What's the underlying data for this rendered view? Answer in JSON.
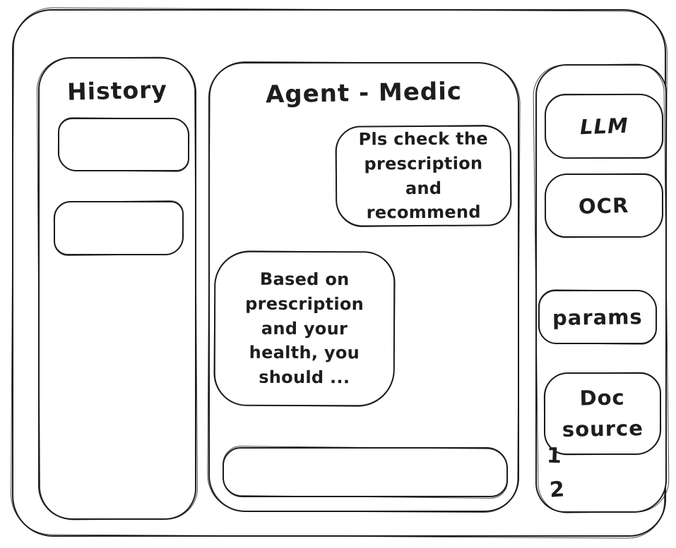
{
  "window": {
    "colors": {
      "stroke": "#1d1d1d",
      "background": "#ffffff"
    }
  },
  "history": {
    "title": "History",
    "items": [
      {
        "label": ""
      },
      {
        "label": ""
      }
    ]
  },
  "chat": {
    "title": "Agent - Medic",
    "messages": [
      {
        "role": "user",
        "text": "Pls check the prescription and recommend"
      },
      {
        "role": "assistant",
        "text": "Based on prescription and your health, you should ..."
      }
    ],
    "input": {
      "value": "",
      "placeholder": ""
    }
  },
  "tools": {
    "buttons": [
      {
        "label": "LLM"
      },
      {
        "label": "OCR"
      },
      {
        "label": "params"
      },
      {
        "label": "Doc source"
      }
    ],
    "doc_sources": [
      "1",
      "2"
    ]
  }
}
